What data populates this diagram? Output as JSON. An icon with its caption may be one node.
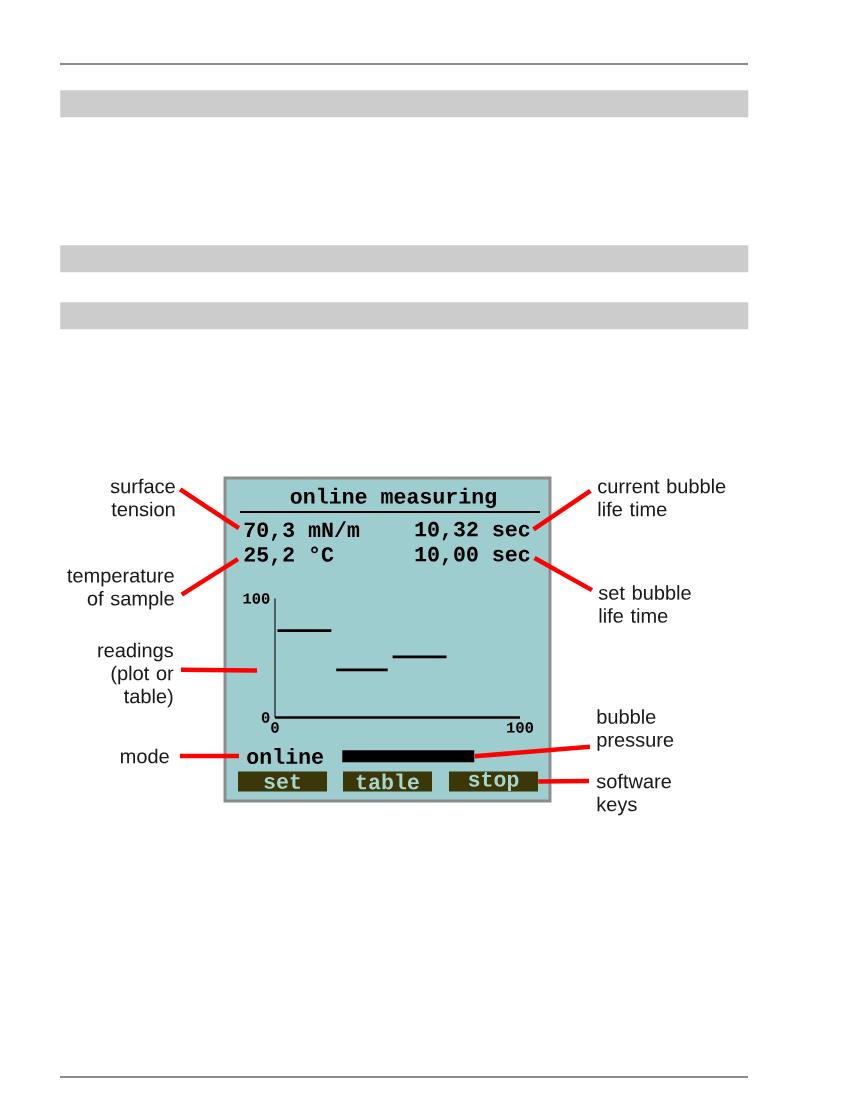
{
  "diagram": {
    "nodes": [
      {
        "text": [],
        "shape": "box"
      },
      {
        "text": [],
        "shape": "box"
      },
      {
        "text": [],
        "shape": "box"
      },
      {
        "text": [
          "online measuring"
        ]
      },
      {
        "text": [
          "70,3 mN/m"
        ],
        "in": 3
      },
      {
        "text": [
          "10,32 sec"
        ],
        "in": 3
      },
      {
        "text": [
          "25,2 °C"
        ],
        "in": 3
      },
      {
        "text": [
          "10,00 sec"
        ],
        "in": 3
      },
      {
        "text": [],
        "shape": "picture",
        "in": 3
      },
      {
        "text": [
          "online"
        ],
        "in": 3
      },
      {
        "text": [],
        "shape": "bar",
        "in": 3
      },
      {
        "text": [
          "set"
        ],
        "in": 3
      },
      {
        "text": [
          "table"
        ],
        "in": 3
      },
      {
        "text": [
          "stop"
        ],
        "in": 3
      },
      {
        "text": [
          "surface tension"
        ]
      },
      {
        "text": [
          "current bubble life time"
        ]
      },
      {
        "text": [
          "temperature of sample"
        ]
      },
      {
        "text": [
          "set bubble life time"
        ]
      },
      {
        "text": [
          "readings (plot or table)"
        ]
      },
      {
        "text": [
          "bubble pressure"
        ]
      },
      {
        "text": [
          "mode"
        ]
      },
      {
        "text": [
          "software keys"
        ]
      }
    ],
    "edges": [
      {
        "from": 14,
        "to": 4,
        "arrow": "none"
      },
      {
        "from": 15,
        "to": 5,
        "arrow": "none"
      },
      {
        "from": 16,
        "to": 6,
        "arrow": "none"
      },
      {
        "from": 17,
        "to": 7,
        "arrow": "none"
      },
      {
        "from": 18,
        "to": 8,
        "arrow": "none"
      },
      {
        "from": 19,
        "to": 10,
        "arrow": "none"
      },
      {
        "from": 20,
        "to": 9,
        "arrow": "none"
      },
      {
        "from": 21,
        "to": 13,
        "arrow": "none"
      }
    ],
    "chart_data": {
      "type": "line",
      "xlim": [
        0,
        100
      ],
      "ylim": [
        0,
        100
      ],
      "xticks": [
        0,
        100
      ],
      "yticks": [
        0,
        100
      ],
      "x": [
        1,
        23,
        25,
        46,
        48,
        70
      ],
      "series": [
        {
          "color": "#000000",
          "values": [
            73,
            73,
            null,
            null,
            null,
            null
          ]
        },
        {
          "color": "#000000",
          "values": [
            null,
            null,
            40,
            40,
            null,
            null
          ]
        },
        {
          "color": "#000000",
          "values": [
            null,
            null,
            null,
            null,
            51,
            51
          ]
        }
      ]
    }
  }
}
